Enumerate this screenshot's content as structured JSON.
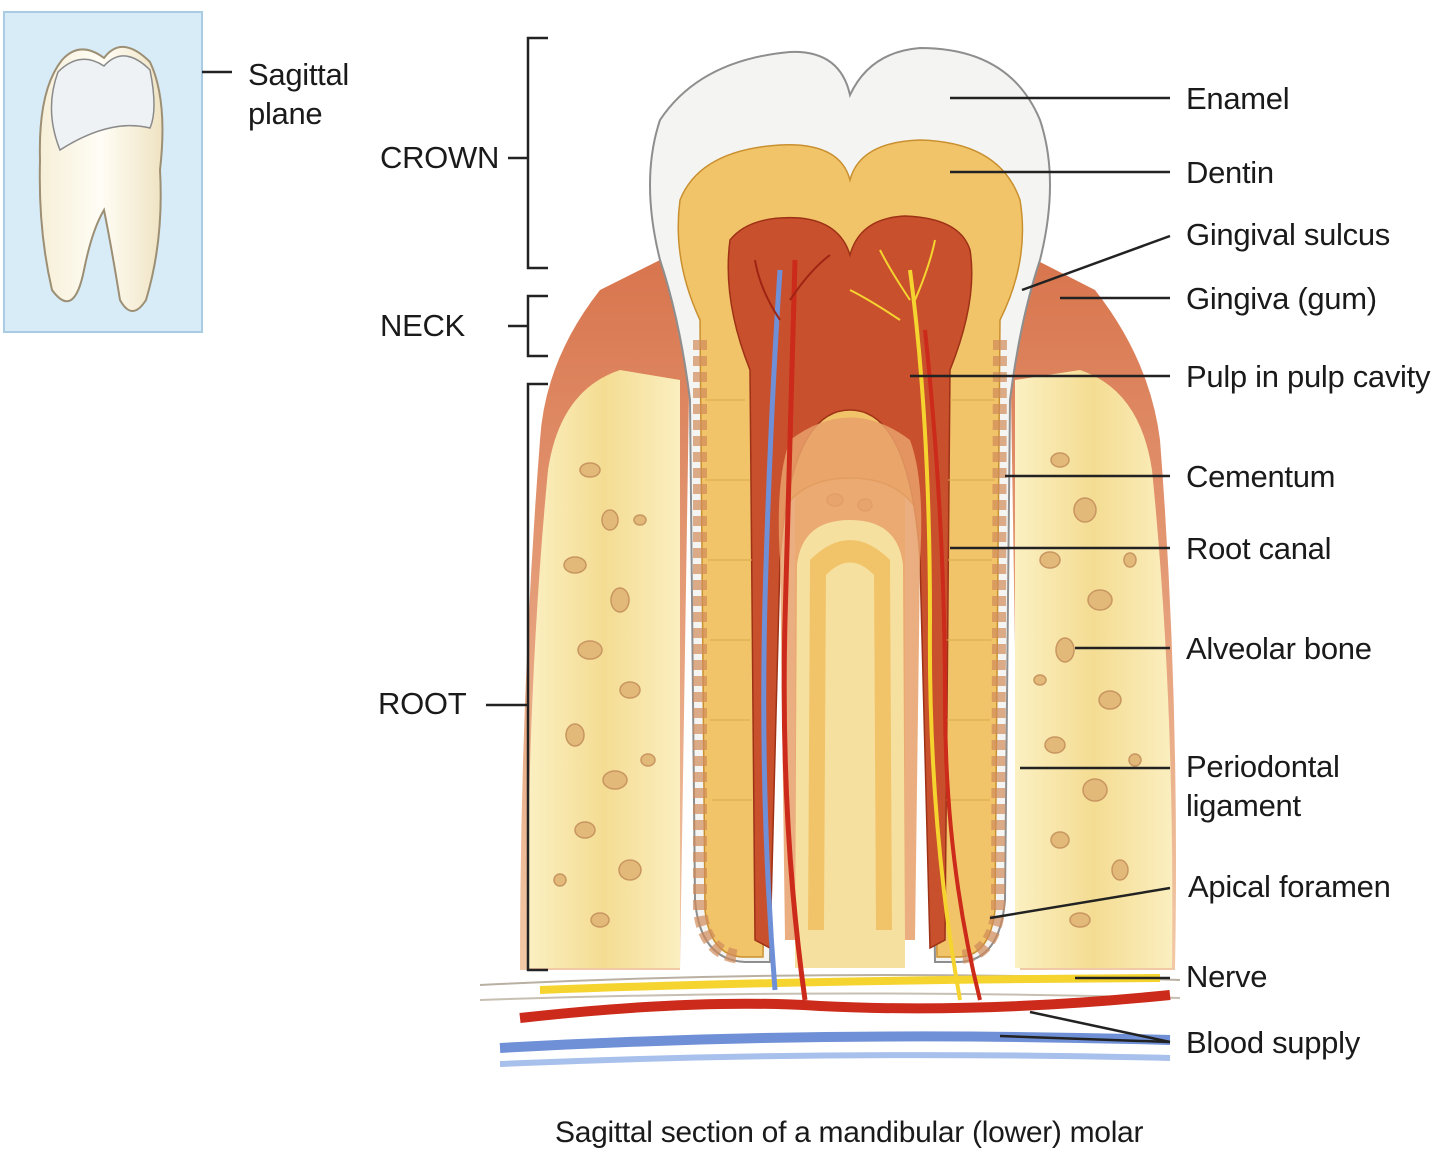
{
  "inset": {
    "label_line1": "Sagittal",
    "label_line2": "plane"
  },
  "regions": {
    "crown": "CROWN",
    "neck": "NECK",
    "root": "ROOT"
  },
  "labels": {
    "enamel": "Enamel",
    "dentin": "Dentin",
    "gingival_sulcus": "Gingival sulcus",
    "gingiva": "Gingiva (gum)",
    "pulp": "Pulp in pulp cavity",
    "cementum": "Cementum",
    "root_canal": "Root canal",
    "alveolar_bone": "Alveolar bone",
    "periodontal_line1": "Periodontal",
    "periodontal_line2": "ligament",
    "apical_foramen": "Apical foramen",
    "nerve": "Nerve",
    "blood_supply": "Blood supply"
  },
  "caption": "Sagittal section of a mandibular (lower) molar",
  "colors": {
    "enamel": "#f4f4f2",
    "dentin": "#f2c46a",
    "pulp": "#c8502c",
    "bone": "#f6e3a4",
    "gingiva": "#e39a76",
    "nerve": "#f5d430",
    "artery": "#cc2a1a",
    "vein": "#6f90d6",
    "inset_bg": "#d8ecf8"
  }
}
